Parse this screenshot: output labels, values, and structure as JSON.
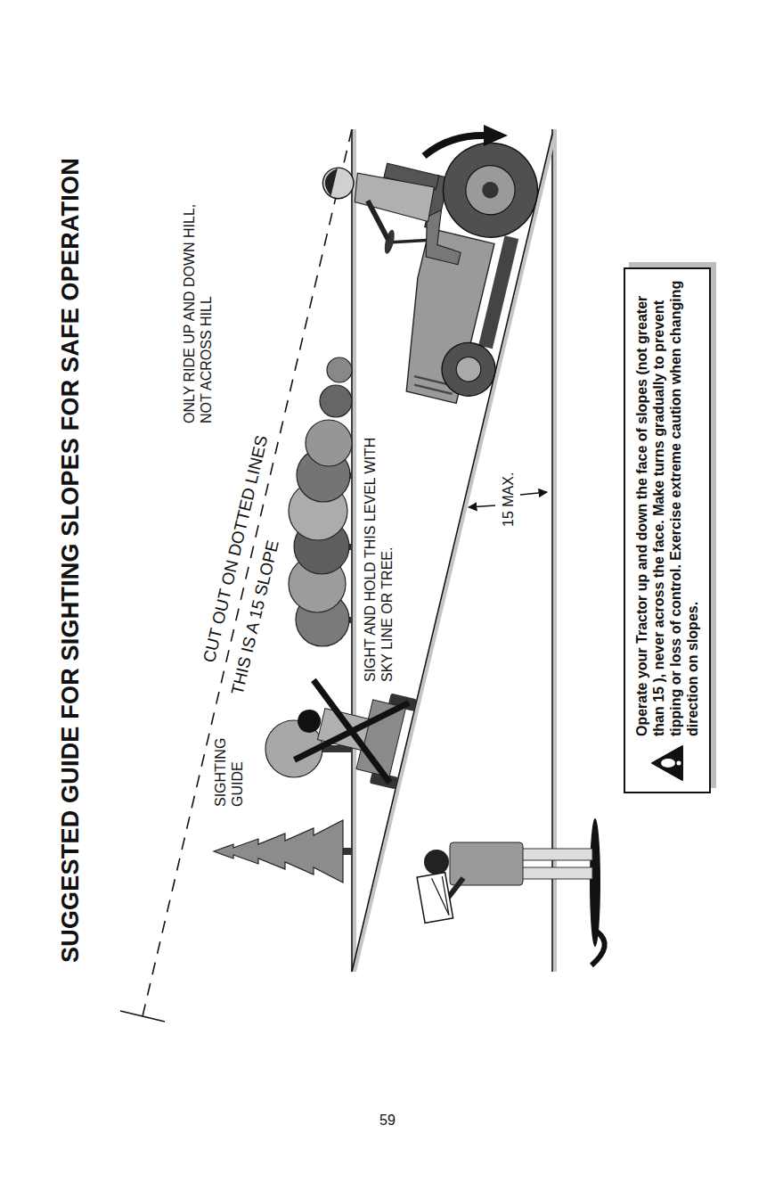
{
  "diagram": {
    "title": "SUGGESTED GUIDE FOR SIGHTING SLOPES FOR SAFE OPERATION",
    "nodes": [
      {
        "text": [
          "Operate your Tractor up and down the face of slopes (not greater than 15 ), never across the face. Make turns gradually to prevent tipping or loss of control. Exercise extreme caution when changing direction on slopes."
        ]
      }
    ],
    "labels": [
      "SIGHTING GUIDE",
      "CUT OUT ON DOTTED LINES",
      "THIS IS A 15 SLOPE",
      "ONLY RIDE UP AND DOWN HILL, NOT ACROSS HILL",
      "SIGHT AND HOLD THIS LEVEL WITH SKY LINE OR TREE.",
      "15 MAX.",
      "59"
    ]
  }
}
